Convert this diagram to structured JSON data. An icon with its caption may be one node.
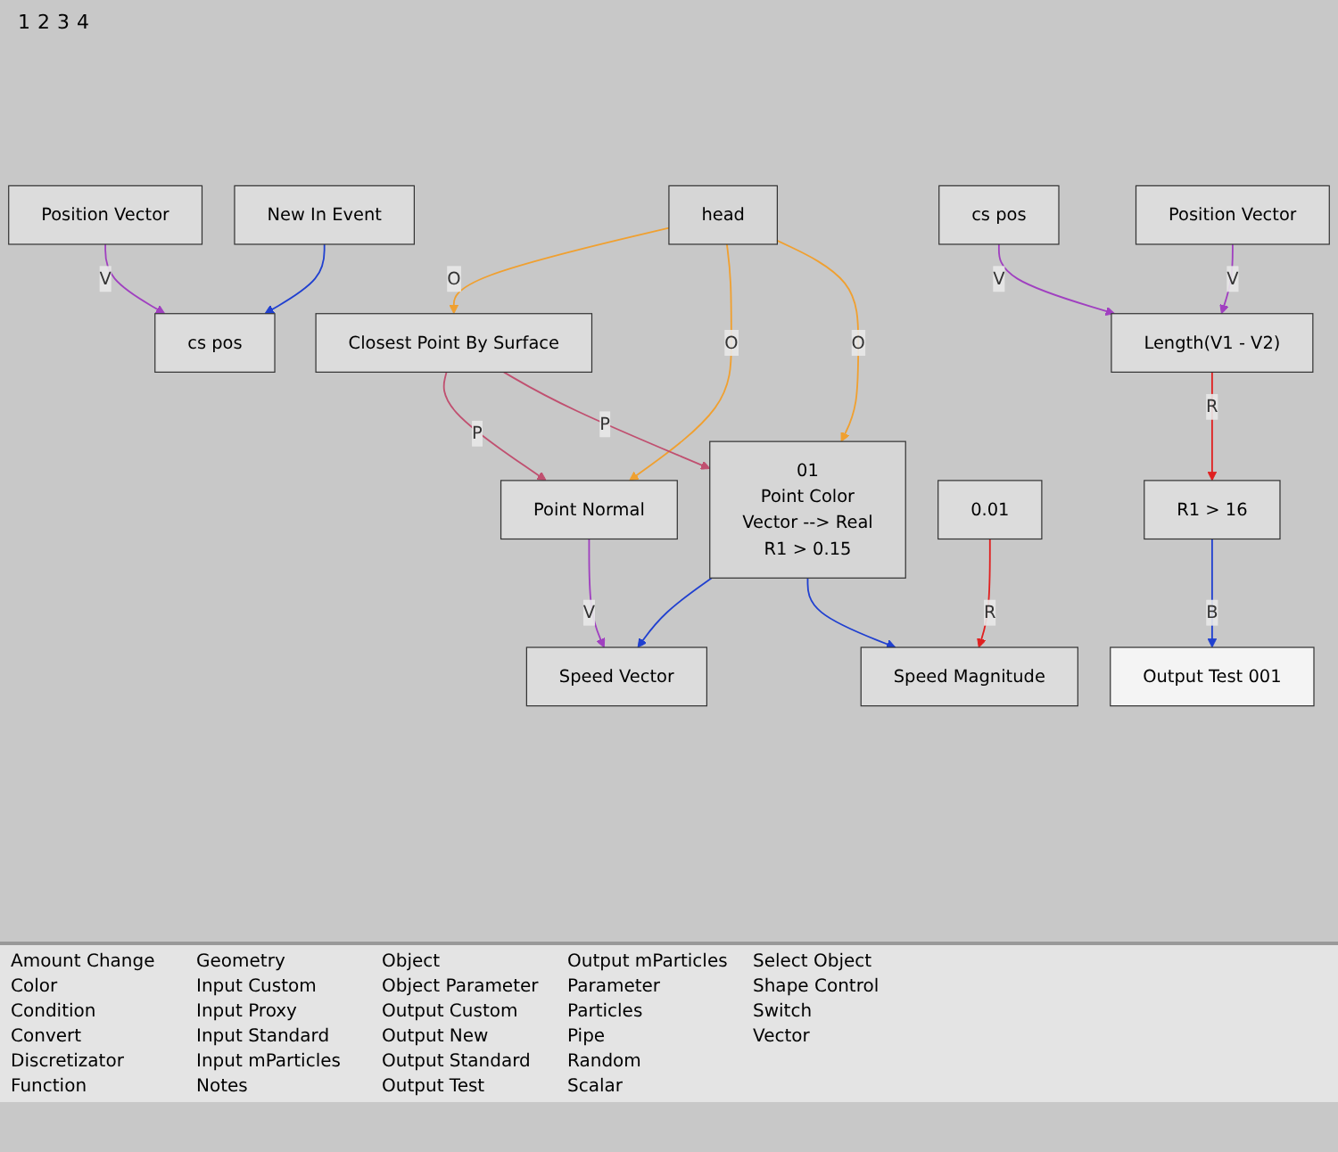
{
  "diagram": {
    "nodes": [
      {
        "text": [
          "head"
        ]
      },
      {
        "text": [
          "Closest Point By Surface"
        ]
      },
      {
        "text": [
          "Point Normal"
        ]
      },
      {
        "text": [
          "01",
          "Point Color",
          "Vector --> Real",
          "R1 > 0.15"
        ]
      },
      {
        "text": [
          "0.01"
        ]
      },
      {
        "text": [
          "Speed Vector"
        ]
      },
      {
        "text": [
          "Speed Magnitude"
        ]
      },
      {
        "text": [
          "Position Vector"
        ]
      },
      {
        "text": [
          "New In Event"
        ]
      },
      {
        "text": [
          "cs pos"
        ]
      },
      {
        "text": [
          "cs pos"
        ]
      },
      {
        "text": [
          "Position Vector"
        ]
      },
      {
        "text": [
          "Length(V1 - V2)"
        ]
      },
      {
        "text": [
          "R1 > 16"
        ]
      },
      {
        "text": [
          "Output Test 001"
        ]
      }
    ],
    "edges": [
      {
        "from": 0,
        "to": 1,
        "arrow": "to",
        "label": "O",
        "color": "#f0a030"
      },
      {
        "from": 0,
        "to": 2,
        "arrow": "to",
        "label": "O",
        "color": "#f0a030"
      },
      {
        "from": 0,
        "to": 3,
        "arrow": "to",
        "label": "O",
        "color": "#f0a030"
      },
      {
        "from": 1,
        "to": 2,
        "arrow": "to",
        "label": "P",
        "color": "#c05070"
      },
      {
        "from": 1,
        "to": 3,
        "arrow": "to",
        "label": "P",
        "color": "#c05070"
      },
      {
        "from": 2,
        "to": 5,
        "arrow": "to",
        "label": "V",
        "color": "#a040c0"
      },
      {
        "from": 3,
        "to": 5,
        "arrow": "to",
        "color": "#2040d0"
      },
      {
        "from": 3,
        "to": 6,
        "arrow": "to",
        "color": "#2040d0"
      },
      {
        "from": 4,
        "to": 6,
        "arrow": "to",
        "label": "R",
        "color": "#e02020"
      },
      {
        "from": 7,
        "to": 9,
        "arrow": "to",
        "label": "V",
        "color": "#a040c0"
      },
      {
        "from": 8,
        "to": 9,
        "arrow": "to",
        "color": "#2040d0"
      },
      {
        "from": 10,
        "to": 12,
        "arrow": "to",
        "label": "V",
        "color": "#a040c0"
      },
      {
        "from": 11,
        "to": 12,
        "arrow": "to",
        "label": "V",
        "color": "#a040c0"
      },
      {
        "from": 12,
        "to": 13,
        "arrow": "to",
        "label": "R",
        "color": "#e02020"
      },
      {
        "from": 13,
        "to": 14,
        "arrow": "to",
        "label": "B",
        "color": "#2040d0"
      }
    ],
    "labels": [
      "1",
      "2",
      "3",
      "4",
      "Amount Change",
      "Color",
      "Condition",
      "Convert",
      "Discretizator",
      "Function",
      "Geometry",
      "Input Custom",
      "Input Proxy",
      "Input Standard",
      "Input mParticles",
      "Notes",
      "Object",
      "Object Parameter",
      "Output Custom",
      "Output New",
      "Output Standard",
      "Output Test",
      "Output mParticles",
      "Parameter",
      "Particles",
      "Pipe",
      "Random",
      "Scalar",
      "Select Object",
      "Shape Control",
      "Switch",
      "Vector"
    ]
  }
}
